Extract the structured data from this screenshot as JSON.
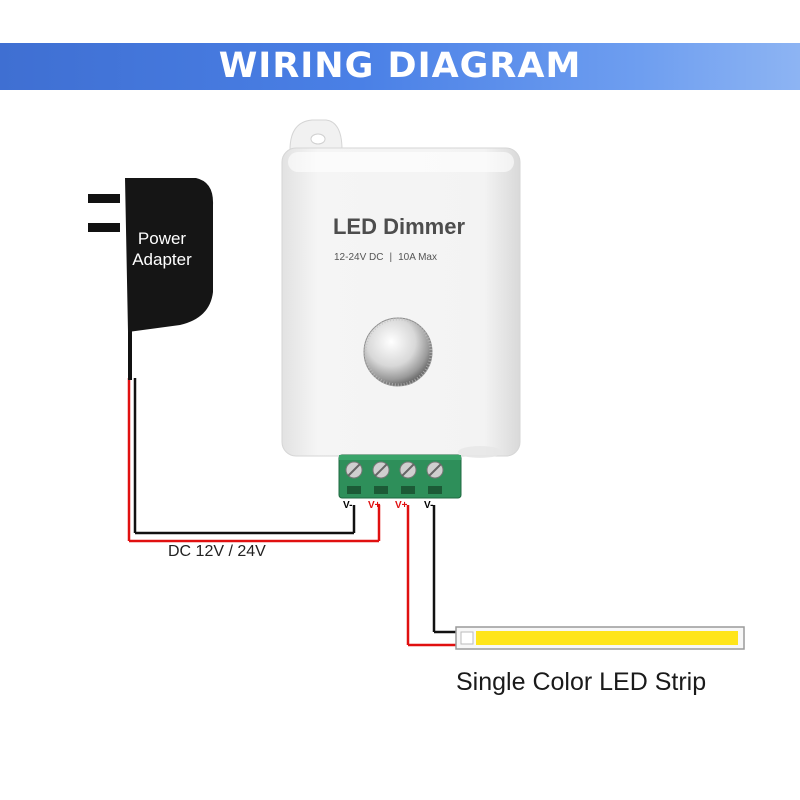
{
  "header": {
    "title": "WIRING DIAGRAM"
  },
  "adapter": {
    "label_line1": "Power",
    "label_line2": "Adapter"
  },
  "dimmer": {
    "title": "LED Dimmer",
    "voltage_spec": "12-24V DC",
    "current_spec": "10A Max",
    "separator": "|"
  },
  "terminals": [
    {
      "label": "V-",
      "color": "#000000"
    },
    {
      "label": "V+",
      "color": "#e01010"
    },
    {
      "label": "V+",
      "color": "#e01010"
    },
    {
      "label": "V-",
      "color": "#000000"
    }
  ],
  "wires": {
    "input_voltage_label": "DC 12V / 24V",
    "positive_color": "#e01010",
    "negative_color": "#111111"
  },
  "strip": {
    "label": "Single Color LED Strip",
    "light_color": "#ffe51a"
  },
  "colors": {
    "header_blue": "#4a80e6",
    "terminal_green": "#2e8f5a",
    "dimmer_body": "#f0f0f0"
  }
}
